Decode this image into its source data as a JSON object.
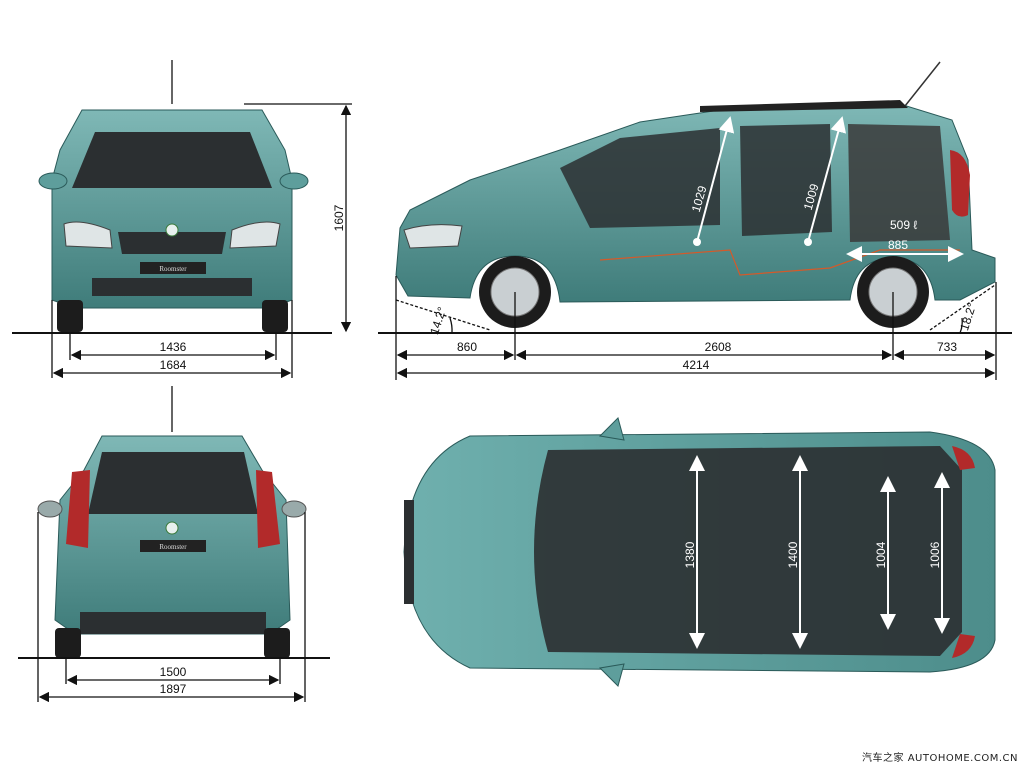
{
  "vehicle_badge": "Roomster",
  "colors": {
    "body": "#5e9e9c",
    "body_dark": "#356a6a",
    "glass": "#2b2f31",
    "interior": "#3a3a3a",
    "accent_line": "#d45a2a"
  },
  "front_view": {
    "track_front": "1436",
    "width": "1684",
    "height": "1607"
  },
  "side_view": {
    "front_overhang": "860",
    "wheelbase": "2608",
    "rear_overhang": "733",
    "length": "4214",
    "approach_angle": "14.2°",
    "departure_angle": "18.2°",
    "front_headroom": "1029",
    "rear_headroom": "1009",
    "cargo_volume": "509 ℓ",
    "cargo_length": "885"
  },
  "rear_view": {
    "track_rear": "1500",
    "width_mirrors": "1897"
  },
  "top_view": {
    "front_shoulder": "1380",
    "rear_shoulder": "1400",
    "cargo_width_a": "1004",
    "cargo_width_b": "1006"
  },
  "watermark": "汽车之家  AUTOHOME.COM.CN"
}
